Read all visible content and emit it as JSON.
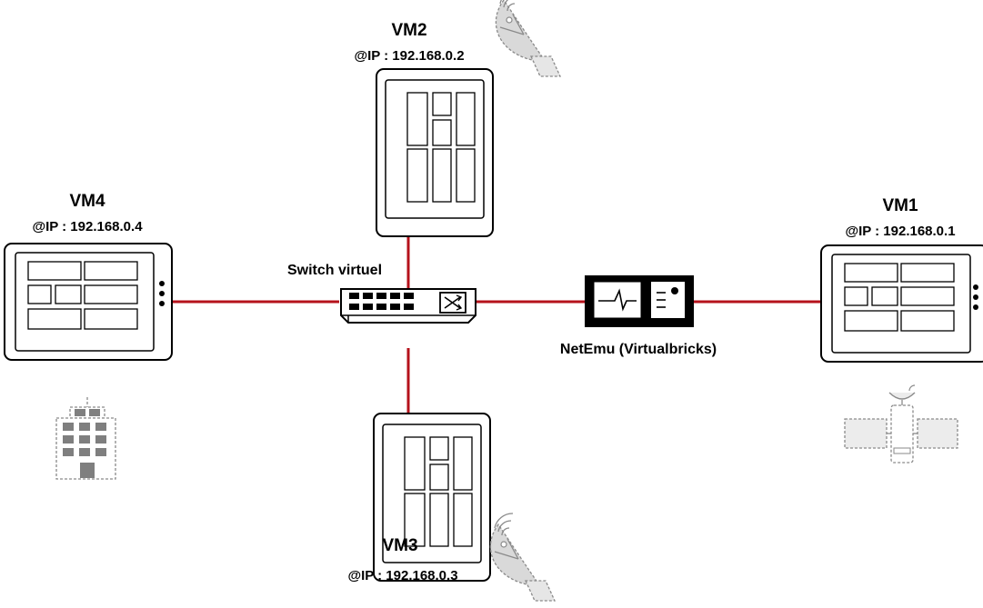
{
  "vms": [
    {
      "id": "vm1",
      "name": "VM1",
      "ip": "@IP : 192.168.0.1"
    },
    {
      "id": "vm2",
      "name": "VM2",
      "ip": "@IP : 192.168.0.2"
    },
    {
      "id": "vm3",
      "name": "VM3",
      "ip": "@IP : 192.168.0.3"
    },
    {
      "id": "vm4",
      "name": "VM4",
      "ip": "@IP : 192.168.0.4"
    }
  ],
  "switch": {
    "label": "Switch virtuel"
  },
  "emulator": {
    "label": "NetEmu (Virtualbricks)"
  },
  "icons": {
    "vm2": "satellite-dish-icon",
    "vm3": "satellite-dish-icon",
    "vm4": "office-building-icon",
    "vm1": "satellite-icon",
    "switch": "network-switch-icon",
    "emulator": "network-emulator-icon"
  },
  "colors": {
    "link": "#b5121b",
    "ghost_icon": "#9a9a9a"
  }
}
